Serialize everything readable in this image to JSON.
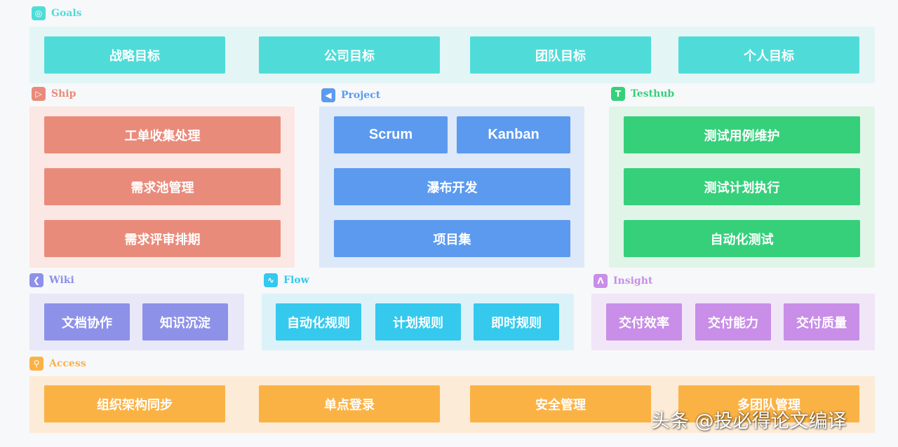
{
  "colors": {
    "goals": "#4fdcd8",
    "goals_panel": "#e3f6f5",
    "ship": "#e98b7b",
    "ship_panel": "#fbe7e3",
    "project": "#5b9aef",
    "project_panel": "#dde8f8",
    "testhub": "#36d07b",
    "testhub_panel": "#e0f5e8",
    "wiki": "#8d91e8",
    "wiki_panel": "#e8e8f8",
    "flow": "#35c9ee",
    "flow_panel": "#dcf2f9",
    "insight": "#c88ee8",
    "insight_panel": "#f1e6f8",
    "access": "#fbb245",
    "access_panel": "#fcebd6"
  },
  "goals": {
    "title": "Goals",
    "icon": "target-icon",
    "items": [
      "战略目标",
      "公司目标",
      "团队目标",
      "个人目标"
    ]
  },
  "ship": {
    "title": "Ship",
    "icon": "ship-icon",
    "items": [
      "工单收集处理",
      "需求池管理",
      "需求评审排期"
    ]
  },
  "project": {
    "title": "Project",
    "icon": "project-icon",
    "items": [
      "Scrum",
      "Kanban",
      "瀑布开发",
      "项目集"
    ]
  },
  "testhub": {
    "title": "Testhub",
    "icon": "testhub-icon",
    "items": [
      "测试用例维护",
      "测试计划执行",
      "自动化测试"
    ]
  },
  "wiki": {
    "title": "Wiki",
    "icon": "wiki-icon",
    "items": [
      "文档协作",
      "知识沉淀"
    ]
  },
  "flow": {
    "title": "Flow",
    "icon": "flow-icon",
    "items": [
      "自动化规则",
      "计划规则",
      "即时规则"
    ]
  },
  "insight": {
    "title": "Insight",
    "icon": "insight-icon",
    "items": [
      "交付效率",
      "交付能力",
      "交付质量"
    ]
  },
  "access": {
    "title": "Access",
    "icon": "access-icon",
    "items": [
      "组织架构同步",
      "单点登录",
      "安全管理",
      "多团队管理"
    ]
  },
  "watermark": "头条 @投必得论文编译"
}
